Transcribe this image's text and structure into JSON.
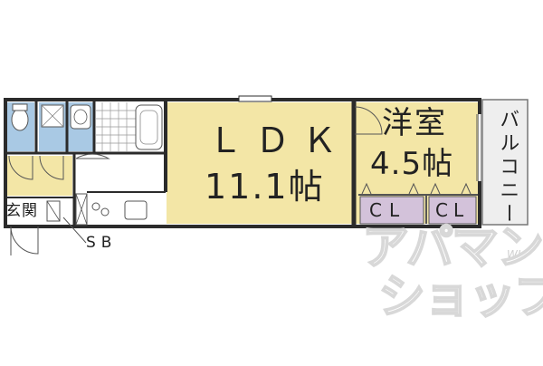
{
  "rooms": {
    "ldk_name": "ＬＤＫ",
    "ldk_area": "11.1帖",
    "bedroom_name": "洋室",
    "bedroom_area": "4.5帖",
    "closet1": "CL",
    "closet2": "CL",
    "balcony": "バルコニー",
    "entrance": "玄関",
    "shoe_box": "SB"
  },
  "watermark": {
    "line1": "アパマン",
    "line2": "ショップ"
  },
  "colors": {
    "ldk_floor": "#f3e6a6",
    "bedroom_floor": "#f3e6a6",
    "closet_floor": "#d3c2da",
    "wet_area": "#a9c9e4",
    "wall": "#2b2b2b",
    "balcony_fill": "#eeeeee"
  }
}
